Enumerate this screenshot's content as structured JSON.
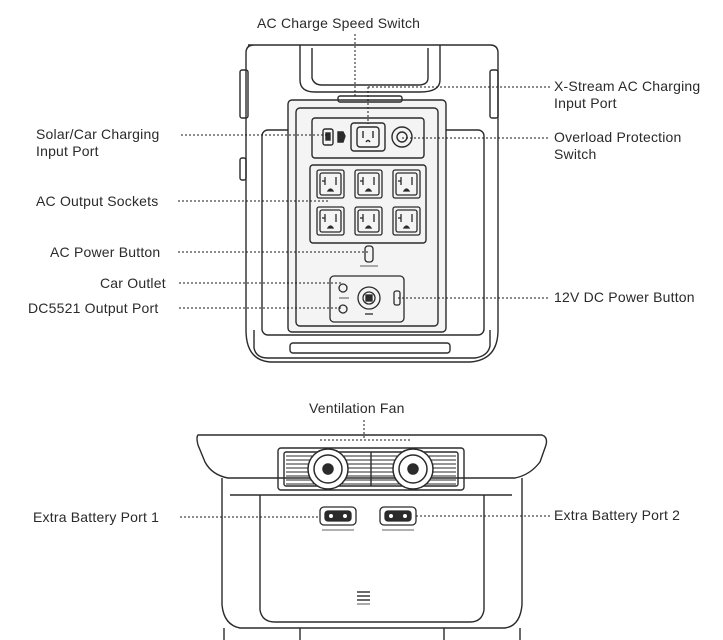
{
  "front_view": {
    "labels": {
      "ac_charge_speed_switch": "AC Charge Speed Switch",
      "xstream_port_line1": "X-Stream AC Charging",
      "xstream_port_line2": "Input Port",
      "solar_car_port_line1": "Solar/Car Charging",
      "solar_car_port_line2": "Input Port",
      "overload_switch_line1": "Overload Protection",
      "overload_switch_line2": "Switch",
      "ac_output_sockets": "AC Output Sockets",
      "ac_power_button": "AC Power Button",
      "car_outlet": "Car Outlet",
      "dc5521_output_port": "DC5521 Output Port",
      "dc_power_button_12v": "12V DC Power Button"
    }
  },
  "top_view": {
    "labels": {
      "ventilation_fan": "Ventilation Fan",
      "extra_battery_port_1": "Extra Battery Port 1",
      "extra_battery_port_2": "Extra Battery Port 2"
    }
  },
  "colors": {
    "line": "#1a1a1a",
    "outline": "#2b2b2b",
    "panel_fill": "#f4f4f4",
    "label_text": "#2a2a2a"
  }
}
